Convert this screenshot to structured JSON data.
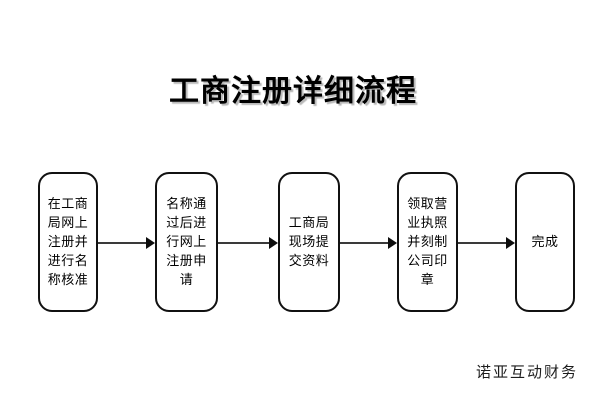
{
  "diagram": {
    "title": "工商注册详细流程",
    "orientation": "left-to-right",
    "watermark": "诺亚互动财务",
    "colors": {
      "node_border": "#111111",
      "node_fill": "#ffffff",
      "arrow": "#0d0d0d",
      "arrow_shaft": "#3a3a3a",
      "text": "#000000",
      "title_shadow": "#b9b9b9",
      "background": "#ffffff"
    },
    "nodes": [
      {
        "id": "step-1",
        "order": 1,
        "text": "在工商局网上注册并进行名称核准",
        "wrapped": "在工商\n局网上\n注册并\n进行名\n称核准"
      },
      {
        "id": "step-2",
        "order": 2,
        "text": "名称通过后进行网上注册申请",
        "wrapped": "名称通\n过后进\n行网上\n注册申\n请"
      },
      {
        "id": "step-3",
        "order": 3,
        "text": "工商局现场提交资料",
        "wrapped": "工商局\n现场提\n交资料"
      },
      {
        "id": "step-4",
        "order": 4,
        "text": "领取营业执照并刻制公司印章",
        "wrapped": "领取营\n业执照\n并刻制\n公司印\n章"
      },
      {
        "id": "step-5",
        "order": 5,
        "text": "完成",
        "wrapped": "完成"
      }
    ],
    "connectors": [
      {
        "id": "arrow-1",
        "from": "step-1",
        "to": "step-2",
        "type": "arrow-right"
      },
      {
        "id": "arrow-2",
        "from": "step-2",
        "to": "step-3",
        "type": "arrow-right"
      },
      {
        "id": "arrow-3",
        "from": "step-3",
        "to": "step-4",
        "type": "arrow-right"
      },
      {
        "id": "arrow-4",
        "from": "step-4",
        "to": "step-5",
        "type": "arrow-right"
      }
    ]
  }
}
